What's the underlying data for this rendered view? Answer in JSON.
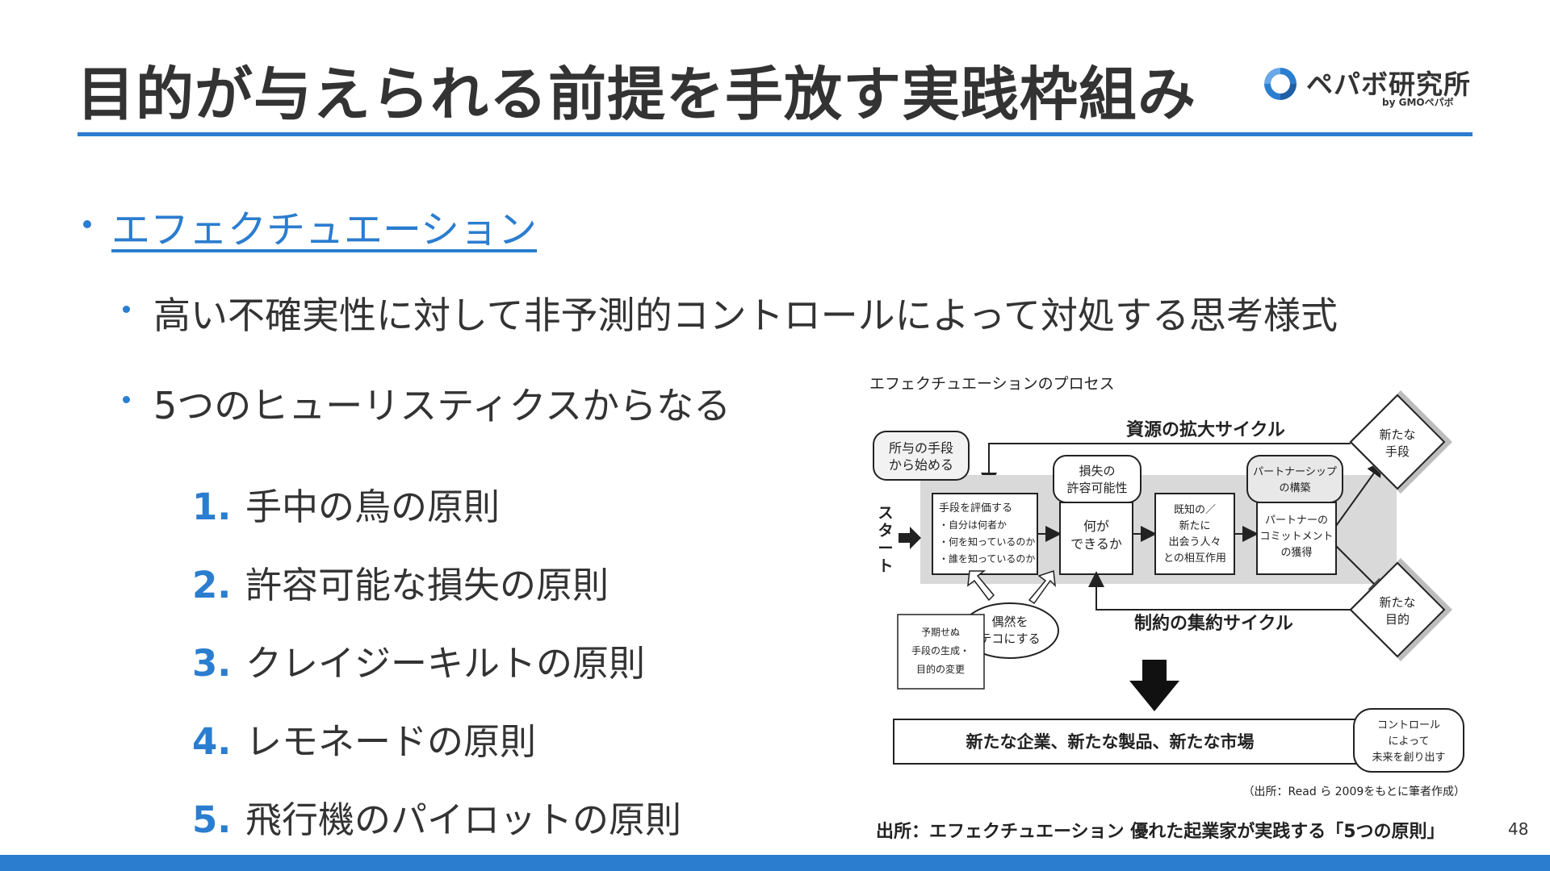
{
  "slide": {
    "title": "目的が与えられる前提を手放す実践枠組み",
    "logo": {
      "name": "ペパボ研究所",
      "sub": "by GMOペパボ"
    },
    "bullets": {
      "level1": "エフェクチュエーション",
      "level2": [
        "高い不確実性に対して非予測的コントロールによって対処する思考様式",
        "5つのヒューリスティクスからなる"
      ]
    },
    "principles": [
      {
        "num": "1.",
        "text": "手中の鳥の原則"
      },
      {
        "num": "2.",
        "text": "許容可能な損失の原則"
      },
      {
        "num": "3.",
        "text": "クレイジーキルトの原則"
      },
      {
        "num": "4.",
        "text": "レモネードの原則"
      },
      {
        "num": "5.",
        "text": "飛行機のパイロットの原則"
      }
    ],
    "source": "出所：エフェクチュエーション 優れた起業家が実践する「5つの原則」",
    "page_number": "48"
  },
  "diagram": {
    "caption": "エフェクチュエーションのプロセス",
    "expand_cycle": "資源の拡大サイクル",
    "converge_cycle": "制約の集約サイクル",
    "start_label": "スタート",
    "given_means": [
      "所与の手段",
      "から始める"
    ],
    "affordable_loss": [
      "損失の",
      "許容可能性"
    ],
    "partnership": [
      "パートナーシップ",
      "の構築"
    ],
    "evaluate_means": [
      "手段を評価する",
      "・自分は何者か",
      "・何を知っているのか",
      "・誰を知っているのか"
    ],
    "what_can_do": [
      "何が",
      "できるか"
    ],
    "interaction": [
      "既知の／",
      "新たに",
      "出会う人々",
      "との相互作用"
    ],
    "commitment": [
      "パートナーの",
      "コミットメント",
      "の獲得"
    ],
    "new_means": [
      "新たな",
      "手段"
    ],
    "new_goal": [
      "新たな",
      "目的"
    ],
    "leverage": [
      "偶然を",
      "テコにする"
    ],
    "unexpected": [
      "予期せぬ",
      "手段の生成・",
      "目的の変更"
    ],
    "outcome": "新たな企業、新たな製品、新たな市場",
    "control_future": [
      "コントロール",
      "によって",
      "未来を創り出す"
    ],
    "figure_source": "（出所：Read ら 2009をもとに筆者作成）"
  },
  "colors": {
    "accent": "#2b7dcf",
    "text": "#333333",
    "diagram_band": "#d9d9d9"
  }
}
